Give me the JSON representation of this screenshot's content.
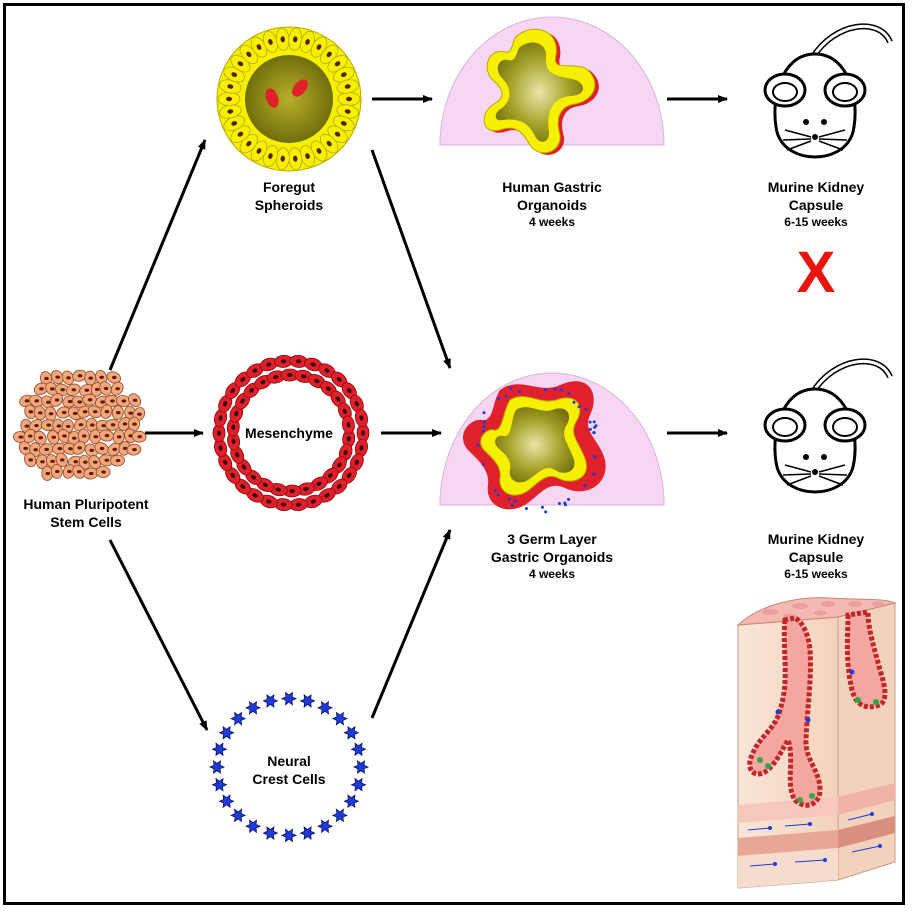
{
  "labels": {
    "hpsc": {
      "line1": "Human Pluripotent",
      "line2": "Stem Cells"
    },
    "foregut": {
      "line1": "Foregut",
      "line2": "Spheroids"
    },
    "mesenchyme": {
      "line1": "Mesenchyme"
    },
    "neural": {
      "line1": "Neural",
      "line2": "Crest Cells"
    },
    "hgo": {
      "line1": "Human Gastric",
      "line2": "Organoids",
      "time": "4 weeks"
    },
    "germ": {
      "line1": "3 Germ Layer",
      "line2": "Gastric Organoids",
      "time": "4 weeks"
    },
    "kidney_top": {
      "line1": "Murine Kidney",
      "line2": "Capsule",
      "time": "6-15 weeks"
    },
    "kidney_bottom": {
      "line1": "Murine Kidney",
      "line2": "Capsule",
      "time": "6-15 weeks"
    }
  },
  "outcome_mark": "X",
  "colors": {
    "stem_cell": "#f4a77a",
    "spheroid_yellow": "#f5f000",
    "mesenchyme_red": "#e0202a",
    "neural_blue": "#1e3ad8",
    "dome_pink": "#f7d6f4",
    "lumen_olive": "#8f8a10",
    "cross_red": "#e8150e"
  }
}
